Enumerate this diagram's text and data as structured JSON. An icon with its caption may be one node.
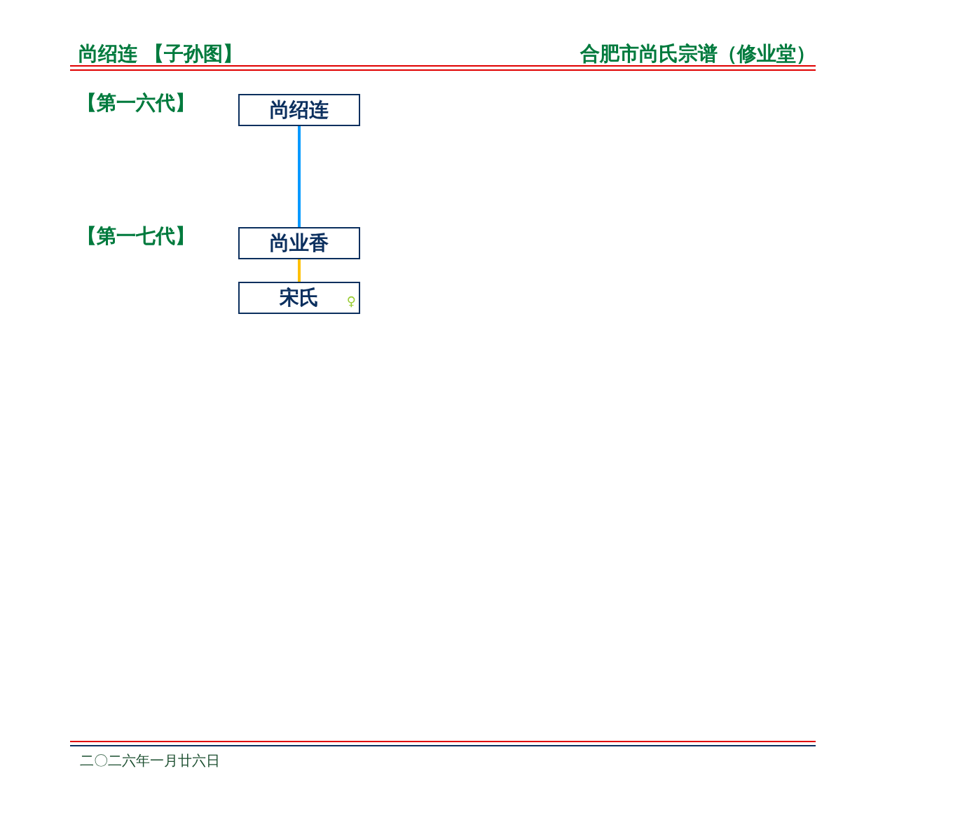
{
  "diagram": {
    "title": "尚绍连 【子孙图】",
    "nodes": [
      {
        "text": [
          "尚绍连"
        ]
      },
      {
        "text": [
          "尚业香"
        ]
      },
      {
        "text": [
          "宋氏",
          "♀"
        ]
      }
    ],
    "edges": [
      {
        "from": 0,
        "to": 1,
        "arrow": "none",
        "color": "#0099ff"
      },
      {
        "from": 1,
        "to": 2,
        "arrow": "none",
        "color": "#ffc000"
      }
    ],
    "labels": [
      "合肥市尚氏宗谱（修业堂）",
      "【第一六代】",
      "【第一七代】",
      "二〇二六年一月廿六日"
    ]
  }
}
